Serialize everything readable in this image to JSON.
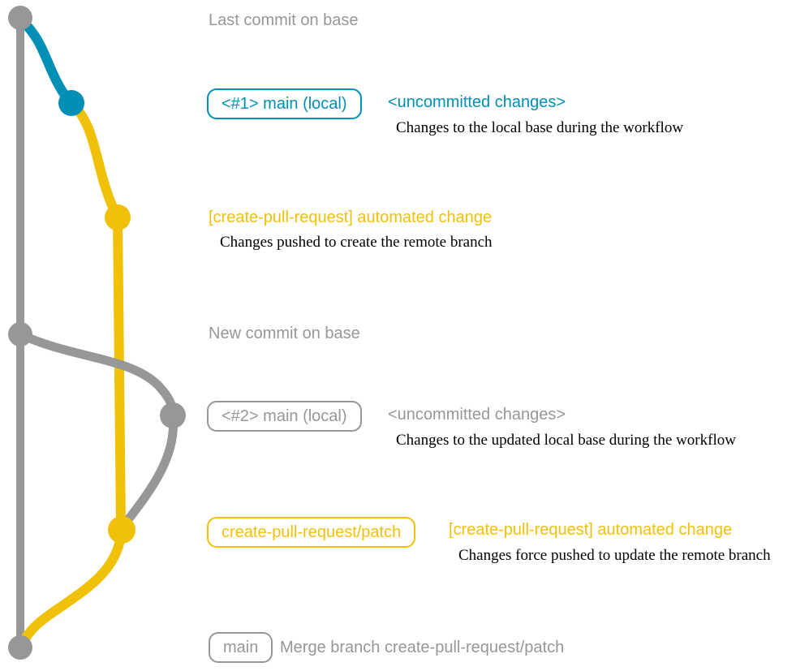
{
  "colors": {
    "base": "#979797",
    "local": "#008fb5",
    "patch": "#f1c109",
    "description": "#000000",
    "background": "#ffffff"
  },
  "rows": {
    "last_commit": {
      "message": "Last commit on base"
    },
    "commit1": {
      "branch_label": "<#1> main (local)",
      "message": "<uncommitted changes>",
      "description": "Changes to the local base during the workflow"
    },
    "push1": {
      "message": "[create-pull-request] automated change",
      "description": "Changes pushed to create the remote branch"
    },
    "new_commit": {
      "message": "New commit on base"
    },
    "commit2": {
      "branch_label": "<#2> main (local)",
      "message": "<uncommitted changes>",
      "description": "Changes to the updated local base during the workflow"
    },
    "push2": {
      "branch_label": "create-pull-request/patch",
      "message": "[create-pull-request] automated change",
      "description": "Changes force pushed to update the remote branch"
    },
    "merge": {
      "branch_label": "main",
      "message": "Merge branch create-pull-request/patch"
    }
  }
}
